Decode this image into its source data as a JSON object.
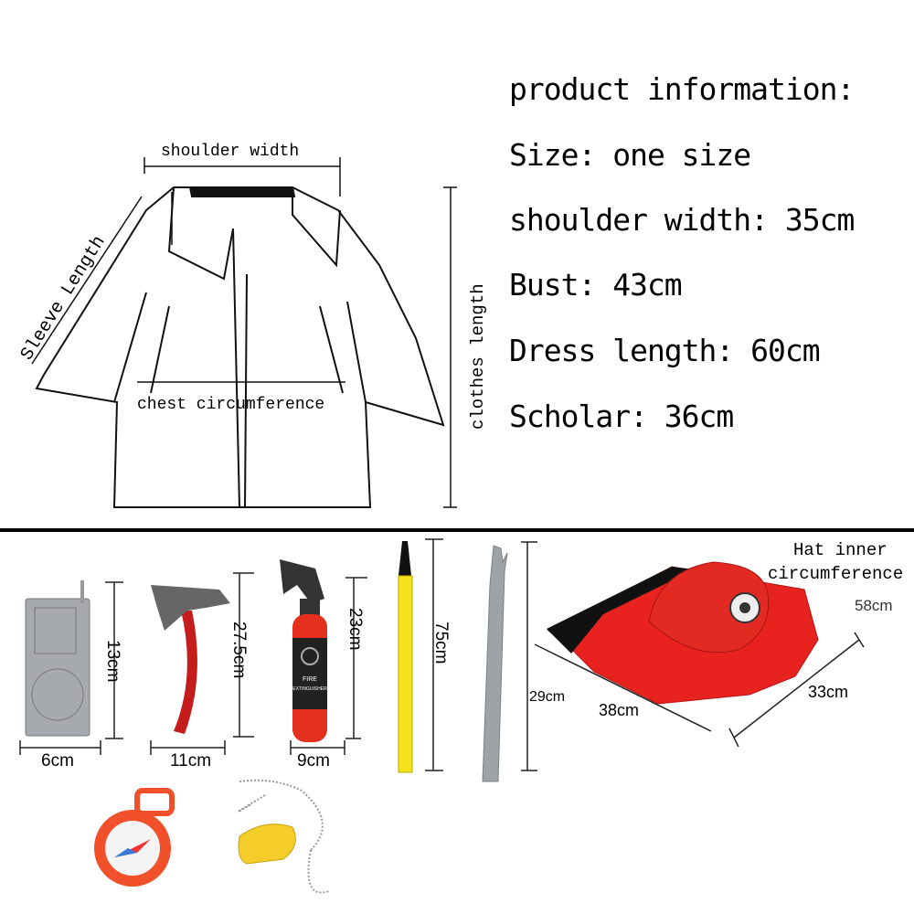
{
  "product_info": {
    "title": "product information:",
    "lines": [
      "Size: one size",
      "shoulder width: 35cm",
      "Bust: 43cm",
      "Dress length: 60cm",
      "Scholar: 36cm"
    ]
  },
  "coat_labels": {
    "shoulder": "shoulder width",
    "sleeve": "Sleeve Length",
    "chest": "chest circumference",
    "length": "clothes length"
  },
  "items": {
    "radio": {
      "height": "13cm",
      "width": "6cm"
    },
    "axe": {
      "height": "27.5cm",
      "width": "11cm"
    },
    "extinguisher": {
      "height": "23cm",
      "width": "9cm",
      "label1": "FIRE",
      "label2": "EXTINGUISHER"
    },
    "hose": {
      "height": "75cm"
    },
    "crowbar": {
      "height": "29cm"
    },
    "hat": {
      "title1": "Hat inner",
      "title2": "circumference",
      "circ": "58cm",
      "length": "38cm",
      "width": "33cm"
    }
  },
  "colors": {
    "red": "#e8221f",
    "yellow": "#f4e21a",
    "grey": "#9ea3a8",
    "orange": "#f0502a"
  }
}
